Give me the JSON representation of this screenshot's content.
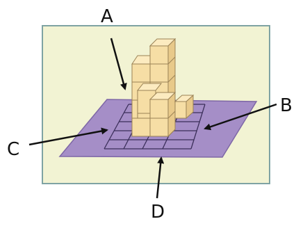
{
  "labels": {
    "a": "A",
    "b": "B",
    "c": "C",
    "d": "D"
  },
  "colors": {
    "background_panel": "#f2f3d3",
    "panel_border": "#7fa3a3",
    "base_plane": "#a58ec7",
    "base_plane_edge": "#7e67a6",
    "grid_line": "#3b2f5a",
    "cube_top": "#fcebc0",
    "cube_left": "#f6dea5",
    "cube_right": "#e8c98a",
    "cube_edge": "#9a8255",
    "arrow": "#111111"
  }
}
